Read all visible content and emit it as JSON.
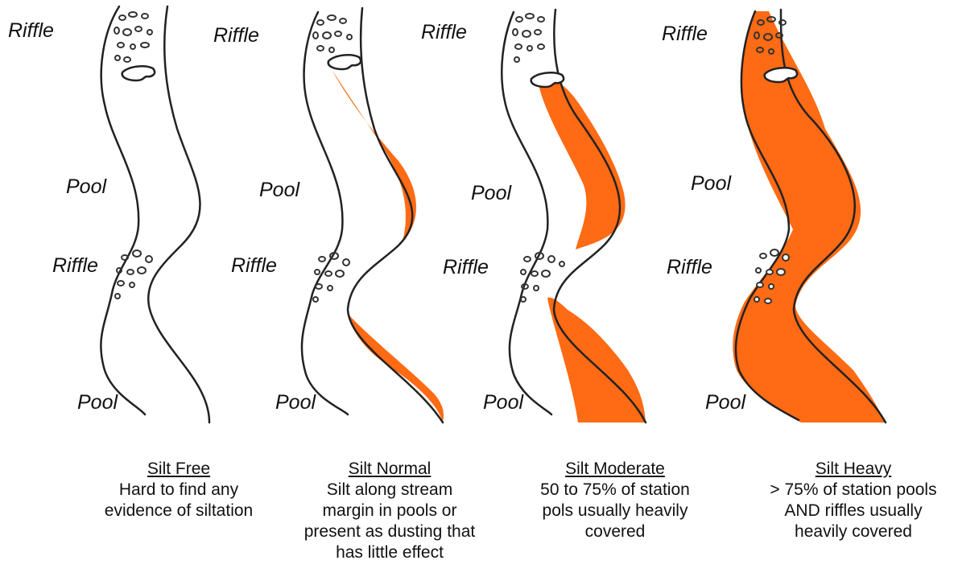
{
  "labels": {
    "riffle": "Riffle",
    "pool": "Pool"
  },
  "colors": {
    "silt": "#ff6a14",
    "outline": "#222222",
    "stones": "#333333"
  },
  "panels": [
    {
      "silt_level": "none",
      "caption": {
        "title": "Silt Free",
        "lines": [
          "Hard to find any",
          "evidence of siltation"
        ]
      }
    },
    {
      "silt_level": "normal",
      "caption": {
        "title": "Silt Normal",
        "lines": [
          "Silt along stream",
          "margin in pools or",
          "present as dusting that",
          "has little effect"
        ]
      }
    },
    {
      "silt_level": "moderate",
      "caption": {
        "title": "Silt Moderate",
        "lines": [
          "50 to 75% of station",
          "pols usually heavily",
          "covered"
        ]
      }
    },
    {
      "silt_level": "heavy",
      "caption": {
        "title": "Silt Heavy",
        "lines": [
          "> 75% of station pools",
          "AND riffles usually",
          "heavily covered"
        ]
      }
    }
  ]
}
